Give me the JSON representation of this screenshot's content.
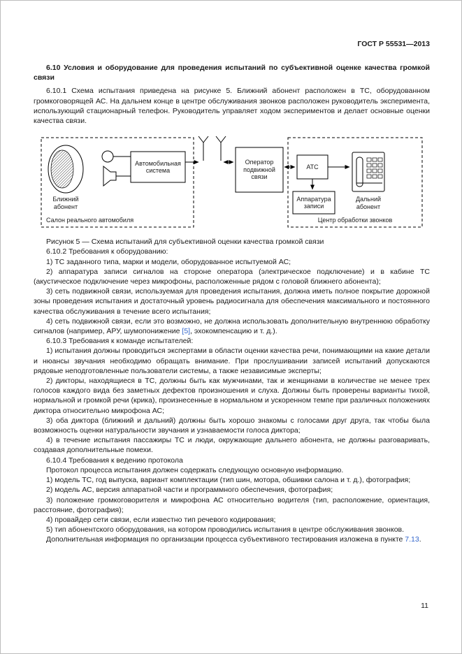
{
  "page": {
    "header": "ГОСТ Р 55531—2013",
    "number": "11"
  },
  "colors": {
    "link_blue": "#3366cc"
  },
  "figure": {
    "caption": "Рисунок 5 — Схема испытаний для субъективной оценки качества громкой связи",
    "near_subscriber": "Ближний\nабонент",
    "car_system": "Автомобильная\nсистема",
    "car_salon": "Салон реального автомобиля",
    "operator": "Оператор\nподвижной\nсвязи",
    "atc": "АТС",
    "recorder": "Аппаратура\nзаписи",
    "far_subscriber": "Дальний\nабонент",
    "call_center": "Центр обработки звонков"
  },
  "content": {
    "heading": "6.10 Условия и оборудование для проведения испытаний по субъективной оценке качества громкой связи",
    "p_6_10_1": "6.10.1 Схема испытания приведена на рисунке 5. Ближний абонент расположен в ТС, оборудованном громкоговорящей АС. На дальнем конце в центре обслуживания звонков расположен руководитель эксперимента, использующий стационарный телефон. Руководитель управляет ходом экспериментов и делает основные оценки качества связи.",
    "p_6_10_2_title": "6.10.2 Требования к оборудованию:",
    "p_6_10_2_item1": "1) ТС заданного типа, марки и модели, оборудованное испытуемой АС;",
    "p_6_10_2_item2": "2) аппаратура записи сигналов на стороне оператора (электрическое подключение) и в кабине ТС (акустическое подключение через микрофоны, расположенные рядом с головой ближнего абонента);",
    "p_6_10_2_item3": "3) сеть подвижной связи, используемая для проведения испытания, должна иметь полное покрытие дорожной зоны проведения испытания и достаточный уровень радиосигнала для обеспечения максимального и постоянного качества обслуживания в течение всего испытания;",
    "p_6_10_2_item4_pre": "4) сеть подвижной связи, если это возможно, не должна использовать дополнительную внутреннюю обработку сигналов (например, АРУ, шумопонижение ",
    "p_6_10_2_item4_link": "[5]",
    "p_6_10_2_item4_post": ", эхокомпенсацию и т. д.).",
    "p_6_10_3_title": "6.10.3 Требования к команде испытателей:",
    "p_6_10_3_item1": "1) испытания должны проводиться экспертами в области оценки качества речи, понимающими на какие детали и нюансы звучания необходимо обращать внимание. При прослушивании записей испытаний допускаются рядовые неподготовленные пользователи системы, а также независимые эксперты;",
    "p_6_10_3_item2": "2) дикторы, находящиеся в ТС, должны быть как мужчинами, так и женщинами в количестве не менее трех голосов каждого вида без заметных дефектов произношения и слуха. Должны быть проверены варианты тихой, нормальной и громкой речи (крика), произнесенные в нормальном и ускоренном темпе при различных положениях диктора относительно микрофона АС;",
    "p_6_10_3_item3": "3) оба диктора (ближний и дальний) должны быть хорошо знакомы с голосами друг друга, так чтобы была возможность оценки натуральности звучания и узнаваемости голоса диктора;",
    "p_6_10_3_item4": "4) в течение испытания пассажиры ТС и люди, окружающие дальнего абонента, не должны разговаривать, создавая дополнительные помехи.",
    "p_6_10_4_title": "6.10.4 Требования к ведению протокола",
    "p_6_10_4_intro": "Протокол процесса испытания должен содержать следующую основную информацию.",
    "p_6_10_4_item1": "1) модель ТС, год выпуска, вариант комплектации (тип шин, мотора, обшивки салона и т. д.), фотография;",
    "p_6_10_4_item2": "2) модель АС, версия аппаратной части и программного обеспечения, фотография;",
    "p_6_10_4_item3": "3) положение громкоговорителя и микрофона АС относительно водителя (тип, расположение, ориентация, расстояние, фотография);",
    "p_6_10_4_item4": "4) провайдер сети связи, если известно тип речевого кодирования;",
    "p_6_10_4_item5": "5) тип абонентского оборудования, на котором проводились испытания в центре обслуживания звонков.",
    "closing_pre": "Дополнительная информация по организации процесса субъективного тестирования изложена в пункте ",
    "closing_link": "7.13",
    "closing_post": "."
  }
}
